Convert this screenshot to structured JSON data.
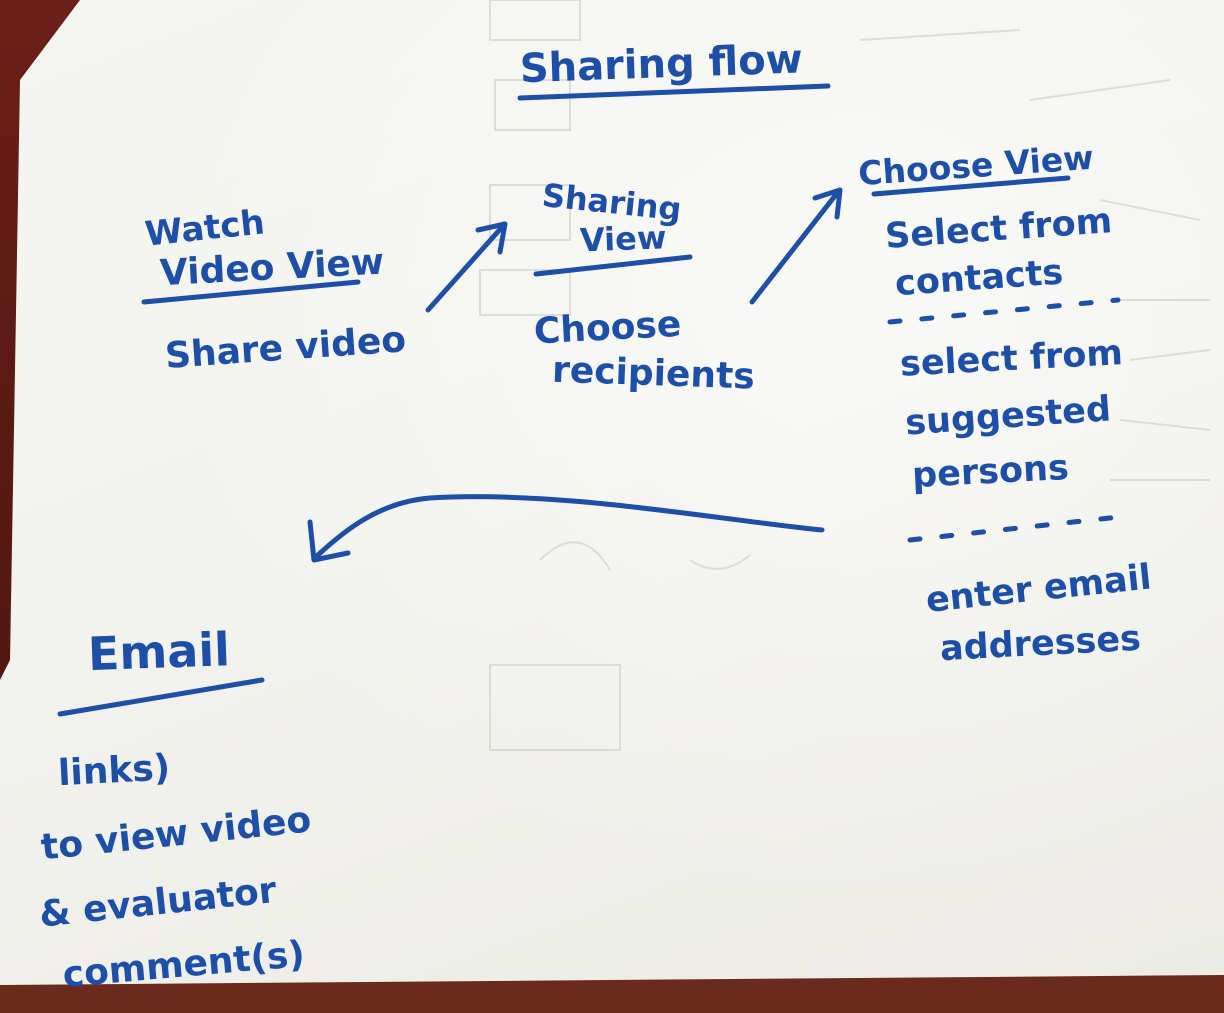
{
  "title": "Sharing flow",
  "nodes": {
    "watch": {
      "heading_line1": "Watch",
      "heading_line2": "Video View",
      "action": "Share video"
    },
    "sharing": {
      "heading_line1": "Sharing",
      "heading_line2": "View",
      "action_line1": "Choose",
      "action_line2": "recipients"
    },
    "choose": {
      "heading": "Choose View",
      "option1_line1": "Select from",
      "option1_line2": "contacts",
      "option2_line1": "select from",
      "option2_line2": "suggested",
      "option2_line3": "persons",
      "option3_line1": "enter email",
      "option3_line2": "addresses"
    },
    "email": {
      "heading": "Email",
      "line1": "links)",
      "line2": "to view video",
      "line3": "& evaluator",
      "line4": "comment(s)"
    }
  },
  "colors": {
    "ink": "#1d4fa8",
    "paper": "#f4f4f0",
    "table": "#5a1a14",
    "show_through": "#c9c9c4"
  }
}
